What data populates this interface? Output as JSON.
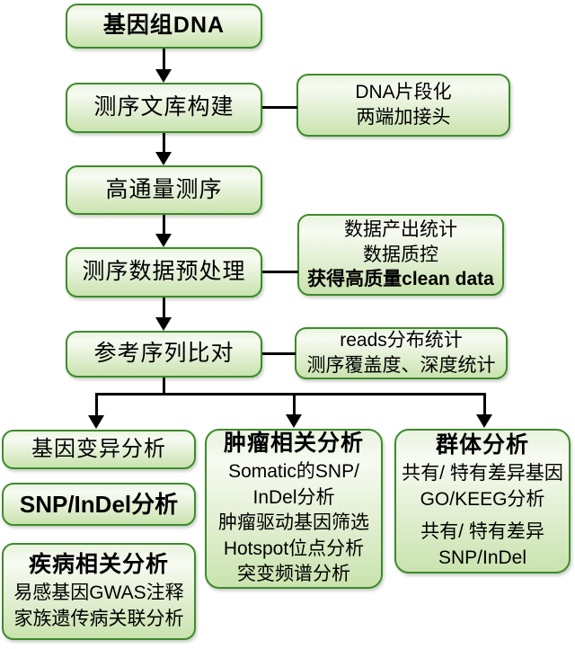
{
  "colors": {
    "box_border": "#3d8b2b",
    "box_fill_light": "#f7fbf2",
    "box_fill_green": "#c9e3ae",
    "arrow": "#000000",
    "text": "#000000",
    "background": "#ffffff"
  },
  "flow": [
    {
      "label": "基因组DNA"
    },
    {
      "label": "测序文库构建"
    },
    {
      "label": "高通量测序"
    },
    {
      "label": "测序数据预处理"
    },
    {
      "label": "参考序列比对"
    }
  ],
  "side_notes": [
    {
      "lines": [
        "DNA片段化",
        "两端加接头"
      ]
    },
    {
      "lines": [
        "数据产出统计",
        "数据质控",
        "获得高质量clean data"
      ]
    },
    {
      "lines": [
        "reads分布统计",
        "测序覆盖度、深度统计"
      ]
    }
  ],
  "branch_left": {
    "box1": {
      "label": "基因变异分析"
    },
    "box2": {
      "label": "SNP/InDel分析"
    },
    "box3": {
      "title": "疾病相关分析",
      "lines": [
        "易感基因GWAS注释",
        "家族遗传病关联分析"
      ]
    }
  },
  "branch_middle": {
    "title": "肿瘤相关分析",
    "lines": [
      "Somatic的SNP/",
      "InDel分析",
      "肿瘤驱动基因筛选",
      "Hotspot位点分析",
      "突变频谱分析"
    ]
  },
  "branch_right": {
    "title": "群体分析",
    "group1": [
      "共有/ 特有差异基因",
      "GO/KEEG分析"
    ],
    "group2": [
      "共有/ 特有差异",
      "SNP/InDel"
    ]
  }
}
